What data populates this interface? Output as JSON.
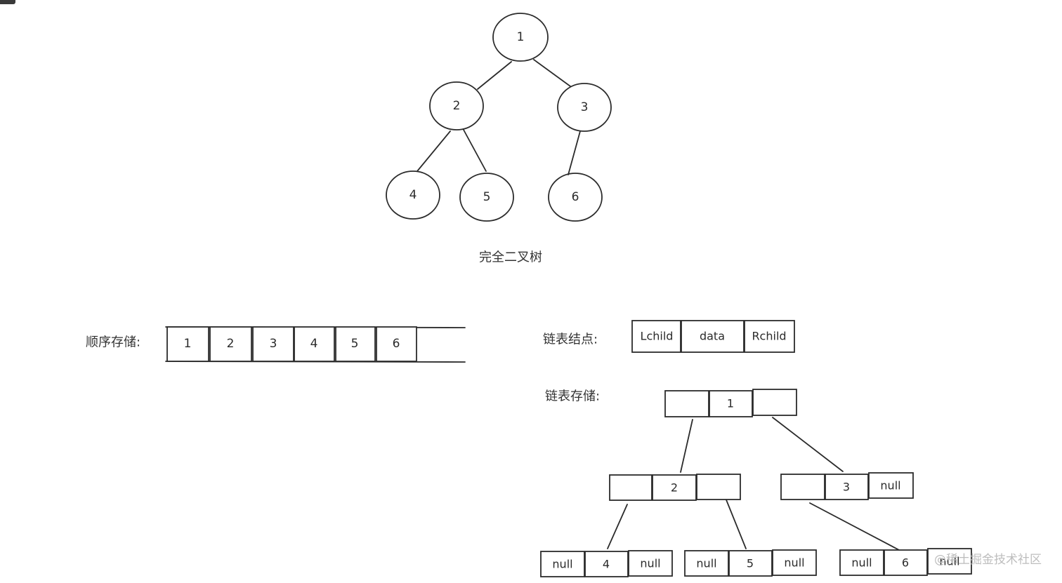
{
  "tree": {
    "caption": "完全二叉树",
    "nodes": [
      "1",
      "2",
      "3",
      "4",
      "5",
      "6"
    ]
  },
  "sequential": {
    "label": "顺序存储:",
    "cells": [
      "1",
      "2",
      "3",
      "4",
      "5",
      "6"
    ]
  },
  "node_struct": {
    "label": "链表结点:",
    "fields": [
      "Lchild",
      "data",
      "Rchild"
    ]
  },
  "linked": {
    "label": "链表存储:",
    "root": [
      "",
      "1",
      ""
    ],
    "level2": [
      [
        "",
        "2",
        ""
      ],
      [
        "",
        "3",
        "null"
      ]
    ],
    "level3": [
      [
        "null",
        "4",
        "null"
      ],
      [
        "null",
        "5",
        "null"
      ],
      [
        "null",
        "6",
        "null"
      ]
    ]
  },
  "watermark": "@稀土掘金技术社区"
}
